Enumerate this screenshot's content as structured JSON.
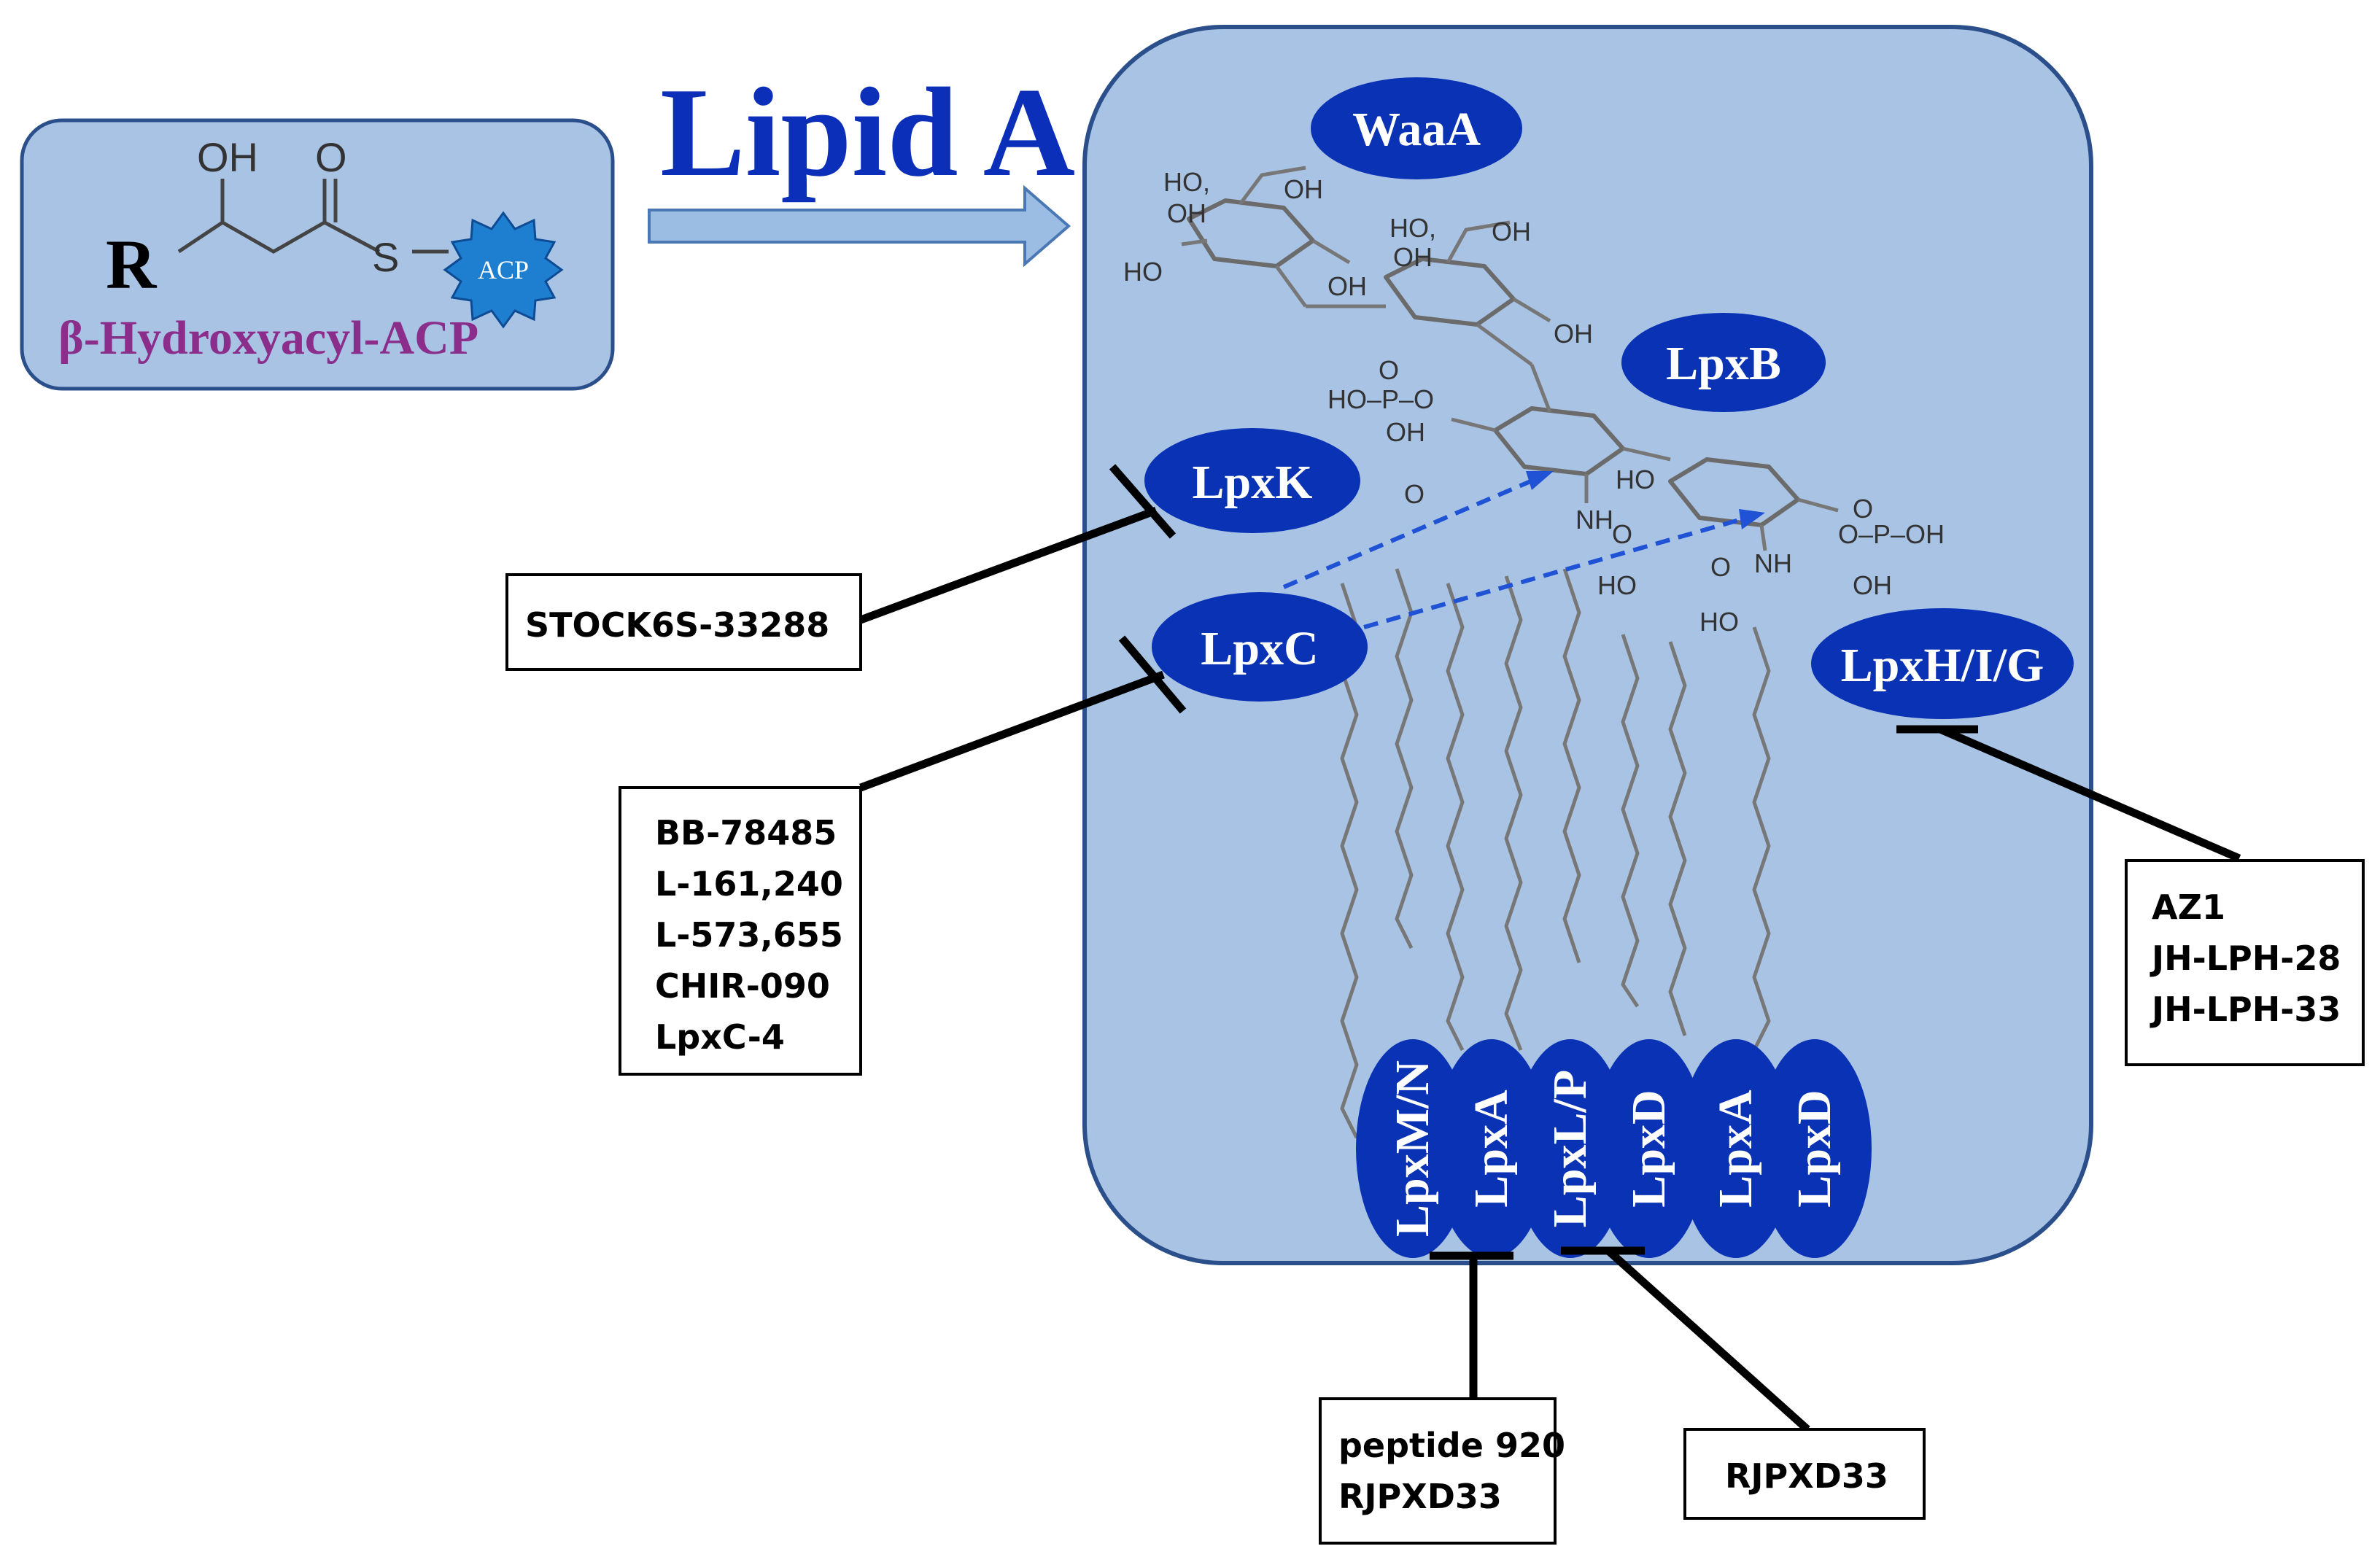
{
  "substrate": {
    "oh_label": "OH",
    "o_label": "O",
    "r_label": "R",
    "s_label": "S",
    "acp_label": "ACP",
    "name": "β-Hydroxyacyl-ACP"
  },
  "arrow_title": "Lipid A",
  "enzymes": {
    "waaa": "WaaA",
    "lpxb": "LpxB",
    "lpxk": "LpxK",
    "lpxc": "LpxC",
    "lpxhig": "LpxH/I/G",
    "lpxmn": "LpxM/N",
    "lpxa1": "LpxA",
    "lpxlp": "LpxL/P",
    "lpxd1": "LpxD",
    "lpxa2": "LpxA",
    "lpxd2": "LpxD"
  },
  "inhibitors": {
    "lpxk": [
      "STOCK6S-33288"
    ],
    "lpxc": [
      "BB-78485",
      "L-161,240",
      "L-573,655",
      "CHIR-090",
      "LpxC-4"
    ],
    "lpxh": [
      "AZ1",
      "JH-LPH-28",
      "JH-LPH-33"
    ],
    "lpxa": [
      "peptide 920",
      "RJPXD33"
    ],
    "lpxd": [
      "RJPXD33"
    ]
  },
  "colors": {
    "cell_fill": "#a9c3e5",
    "cell_stroke": "#2a4f8a",
    "enzyme_fill": "#0a32b4",
    "title_blue": "#0b2fb8",
    "substrate_name": "#8b2d8b",
    "arrow_fill": "#9cbde3"
  }
}
